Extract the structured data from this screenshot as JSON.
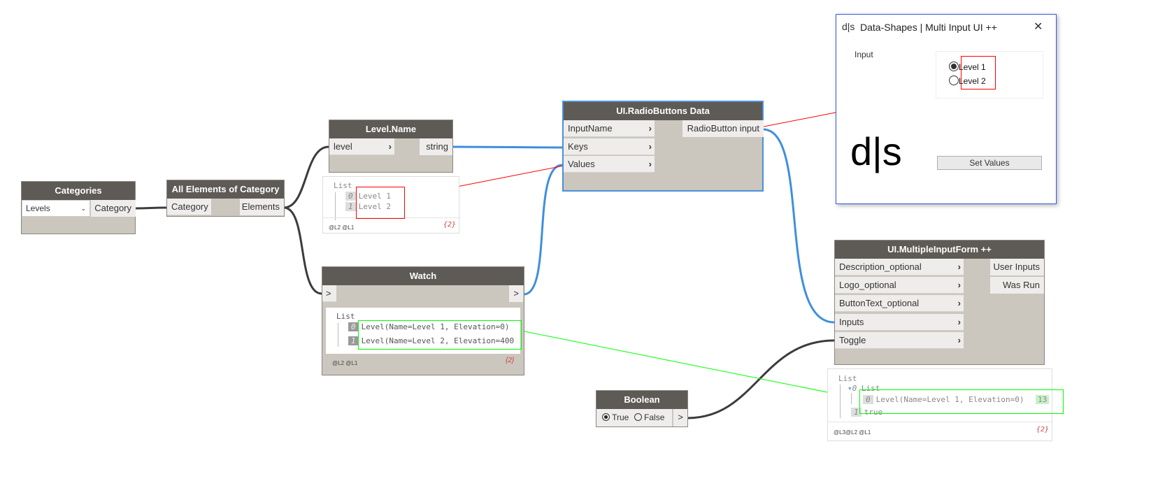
{
  "nodes": {
    "categories": {
      "title": "Categories",
      "dropdown_value": "Levels",
      "output": "Category"
    },
    "all_elements": {
      "title": "All Elements of Category",
      "input": "Category",
      "output": "Elements"
    },
    "level_name": {
      "title": "Level.Name",
      "input": "level",
      "output": "string",
      "preview": {
        "header": "List",
        "items": [
          {
            "index": "0",
            "value": "Level 1"
          },
          {
            "index": "1",
            "value": "Level 2"
          }
        ],
        "levels": "@L2 @L1",
        "count": "{2}"
      }
    },
    "watch": {
      "title": "Watch",
      "input": ">",
      "output": ">",
      "preview": {
        "header": "List",
        "items": [
          {
            "index": "0",
            "value": "Level(Name=Level 1, Elevation=0)"
          },
          {
            "index": "1",
            "value": "Level(Name=Level 2, Elevation=400"
          }
        ],
        "levels": "@L2 @L1",
        "count": "{2}"
      }
    },
    "radio_buttons": {
      "title": "UI.RadioButtons Data",
      "inputs": [
        "InputName",
        "Keys",
        "Values"
      ],
      "output": "RadioButton input"
    },
    "multiple_input_form": {
      "title": "UI.MultipleInputForm ++",
      "inputs": [
        "Description_optional",
        "Logo_optional",
        "ButtonText_optional",
        "Inputs",
        "Toggle"
      ],
      "outputs": [
        "User Inputs",
        "Was Run"
      ],
      "preview": {
        "header": "List",
        "sub_index": "0",
        "sub_header": "List",
        "item_index": "0",
        "item_value": "Level(Name=Level 1, Elevation=0)",
        "item_extra": "13",
        "second_index": "1",
        "second_value": "true",
        "levels": "@L3@L2 @L1",
        "count": "{2}"
      }
    },
    "boolean": {
      "title": "Boolean",
      "true_label": "True",
      "false_label": "False",
      "selected": "True",
      "output": ">"
    }
  },
  "dialog": {
    "logo_small": "d|s",
    "title": "Data-Shapes | Multi Input UI ++",
    "close": "✕",
    "input_label": "Input",
    "options": [
      "Level 1",
      "Level 2"
    ],
    "selected": "Level 1",
    "logo_big": "d|s",
    "button": "Set Values"
  },
  "colors": {
    "wire_dark": "#3c3c3c",
    "wire_blue": "#3f8fdc",
    "header": "#5e5a56",
    "annot_red": "#ff0000",
    "annot_green": "#00ff00"
  }
}
